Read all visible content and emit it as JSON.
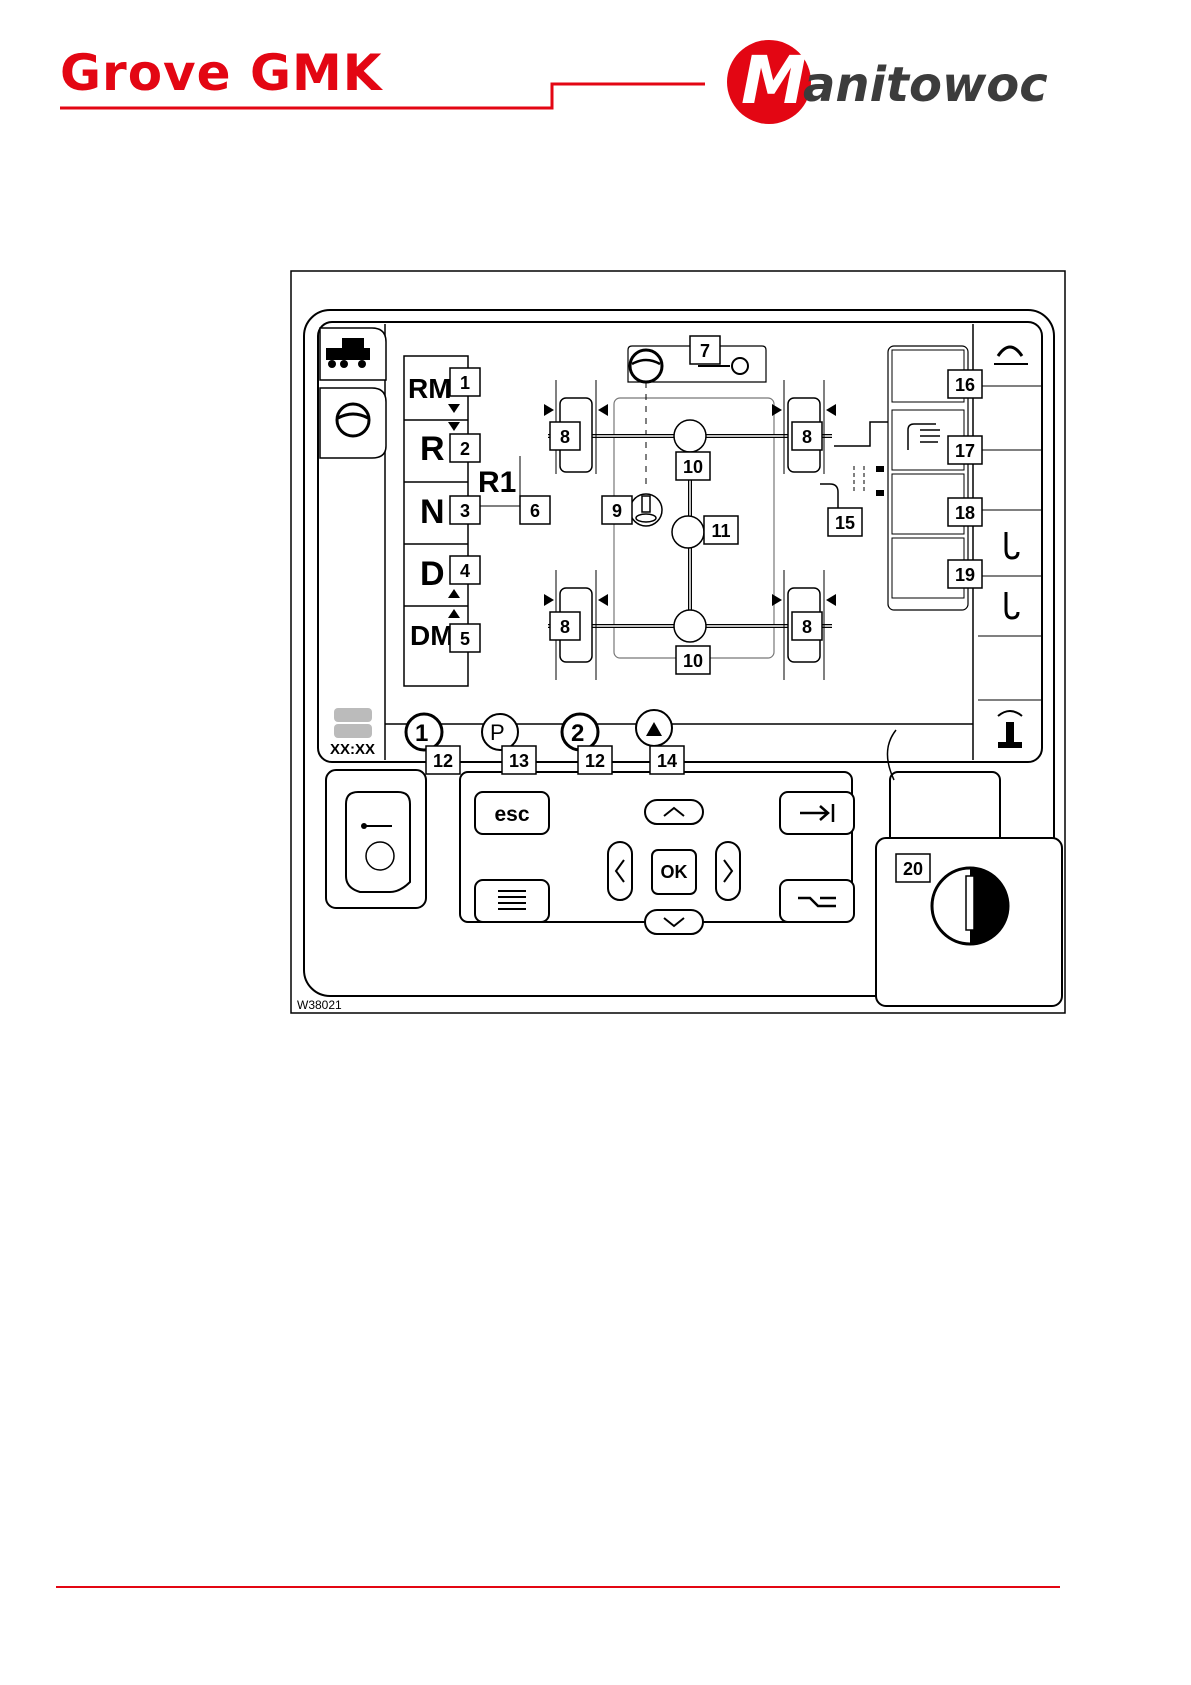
{
  "header": {
    "title": "Grove GMK",
    "logo_text": "Manitowoc",
    "brand_color": "#e30613"
  },
  "figure": {
    "id": "W38021",
    "gear_labels": [
      "RM",
      "R",
      "N",
      "D",
      "DM"
    ],
    "r1_label": "R1",
    "time_display": "XX:XX",
    "brake_labels": {
      "one": "1",
      "parking": "P",
      "two": "2"
    },
    "keys": {
      "esc": "esc",
      "ok": "OK"
    },
    "callouts": [
      "1",
      "2",
      "3",
      "4",
      "5",
      "6",
      "7",
      "8",
      "8",
      "8",
      "8",
      "9",
      "10",
      "10",
      "11",
      "12",
      "12",
      "13",
      "14",
      "15",
      "16",
      "17",
      "18",
      "19",
      "20"
    ],
    "icons": [
      "truck-icon",
      "steering-wheel-icon",
      "key-icon",
      "usb-icon",
      "hook-icon",
      "slew-icon",
      "joystick-icon",
      "hand-icon",
      "menu-icon",
      "tab-icon"
    ]
  }
}
